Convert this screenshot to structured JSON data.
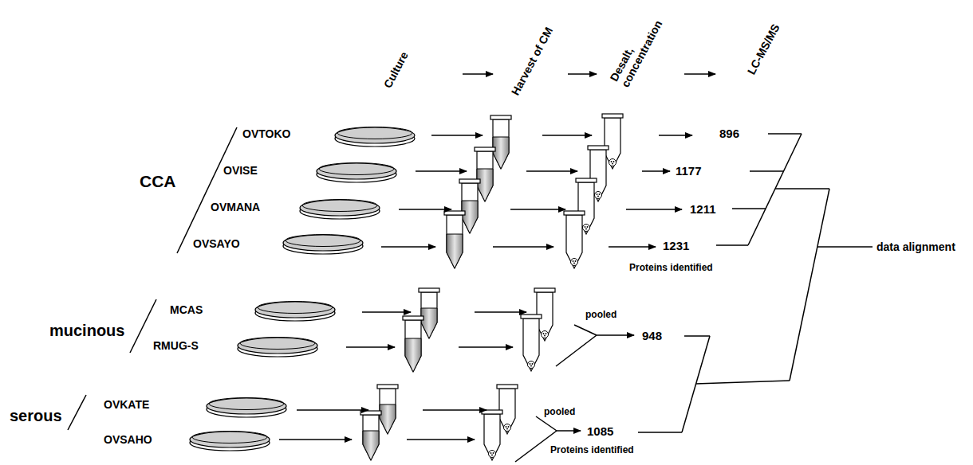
{
  "diagram": {
    "labels": [
      "Culture",
      "Harvest of CM",
      "Desalt, concentration",
      "LC-MS/MS",
      "CCA",
      "OVTOKO",
      "896",
      "OVISE",
      "1177",
      "OVMANA",
      "1211",
      "OVSAYO",
      "1231",
      "Proteins identified",
      "data alignment",
      "mucinous",
      "MCAS",
      "RMUG-S",
      "pooled",
      "948",
      "serous",
      "OVKATE",
      "OVSAHO",
      "pooled",
      "1085",
      "Proteins identified"
    ]
  }
}
